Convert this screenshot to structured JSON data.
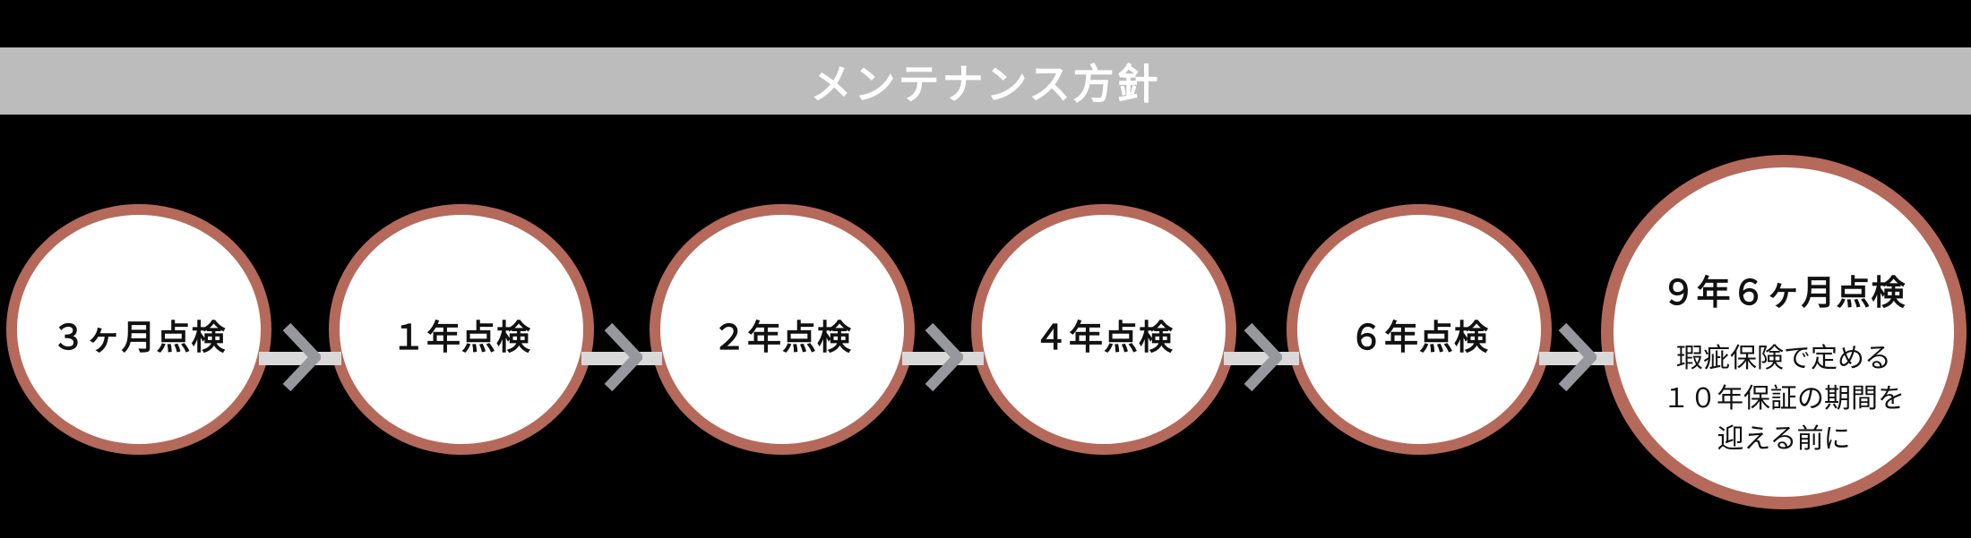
{
  "header": {
    "title": "メンテナンス方針"
  },
  "steps": [
    {
      "label": "３ヶ月点検"
    },
    {
      "label": "１年点検"
    },
    {
      "label": "２年点検"
    },
    {
      "label": "４年点検"
    },
    {
      "label": "６年点検"
    }
  ],
  "final_step": {
    "label": "９年６ヶ月点検",
    "description_lines": [
      "瑕疵保険で定める",
      "１０年保証の期間を",
      "迎える前に"
    ]
  },
  "icons": {
    "connector_arrow": "chevron-right-icon"
  },
  "colors": {
    "background": "#000000",
    "header_bar": "#bcbcbc",
    "header_text": "#ffffff",
    "circle_border": "#b5695a",
    "circle_fill": "#ffffff",
    "connector_line": "#d9d9da",
    "arrow": "#97989d",
    "label_text": "#111111"
  }
}
